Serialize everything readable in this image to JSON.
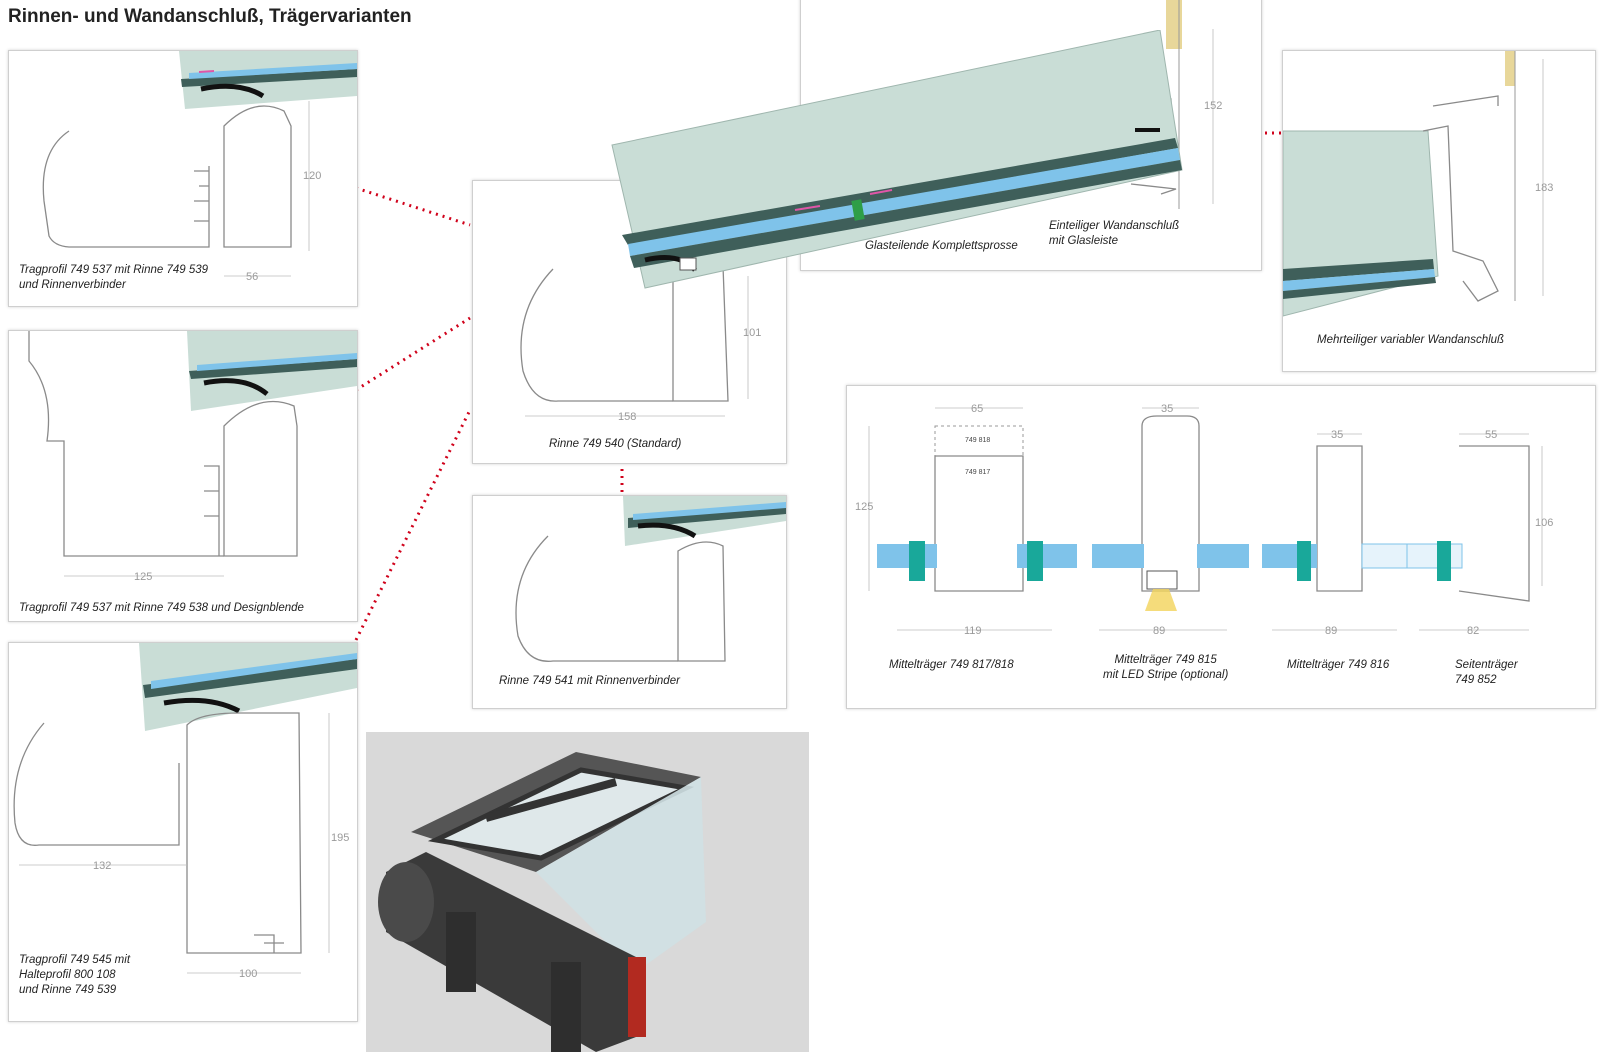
{
  "title": "Rinnen- und Wandanschluß, Trägervarianten",
  "panels": {
    "p1": {
      "caption": [
        "Tragprofil 749 537 mit Rinne 749 539",
        "und Rinnenverbinder"
      ],
      "dims": [
        "120",
        "56"
      ]
    },
    "p2": {
      "caption": [
        "Tragprofil 749 537 mit Rinne 749 538 und Designblende"
      ],
      "dims": [
        "125"
      ]
    },
    "p3": {
      "caption": [
        "Tragprofil 749 545 mit",
        "Halteprofil 800 108",
        "und Rinne 749 539"
      ],
      "dims": [
        "195",
        "132",
        "100"
      ]
    },
    "center": {
      "caption": [
        "Rinne 749 540 (Standard)"
      ],
      "dims": [
        "101",
        "158"
      ]
    },
    "lower": {
      "caption": [
        "Rinne 749 541 mit Rinnenverbinder"
      ]
    },
    "top": {
      "caption_left": [
        "Glasteilende Komplettsprosse"
      ],
      "caption_right": [
        "Einteiliger Wandanschluß",
        "mit Glasleiste"
      ],
      "dims": [
        "152"
      ]
    },
    "right": {
      "caption": [
        "Mehrteiliger variabler Wandanschluß"
      ],
      "dims": [
        "183"
      ]
    },
    "beams": {
      "dims": [
        "65",
        "125",
        "35",
        "35",
        "55",
        "106",
        "119",
        "89",
        "89",
        "82"
      ],
      "labels": [
        "749 818",
        "749 817"
      ],
      "captions": [
        [
          "Mittelträger 749 817/818"
        ],
        [
          "Mittelträger 749 815",
          "mit LED Stripe (optional)"
        ],
        [
          "Mittelträger 749 816"
        ],
        [
          "Seitenträger",
          "749 852"
        ]
      ]
    }
  },
  "colors": {
    "glass": "#c9ddd6",
    "glazing_blue": "#7fc3ea",
    "dark_band": "#3f5f5a",
    "connector": "#d0021b",
    "profile": "#8a8a8a",
    "render_bg": "#d9d9d9"
  }
}
